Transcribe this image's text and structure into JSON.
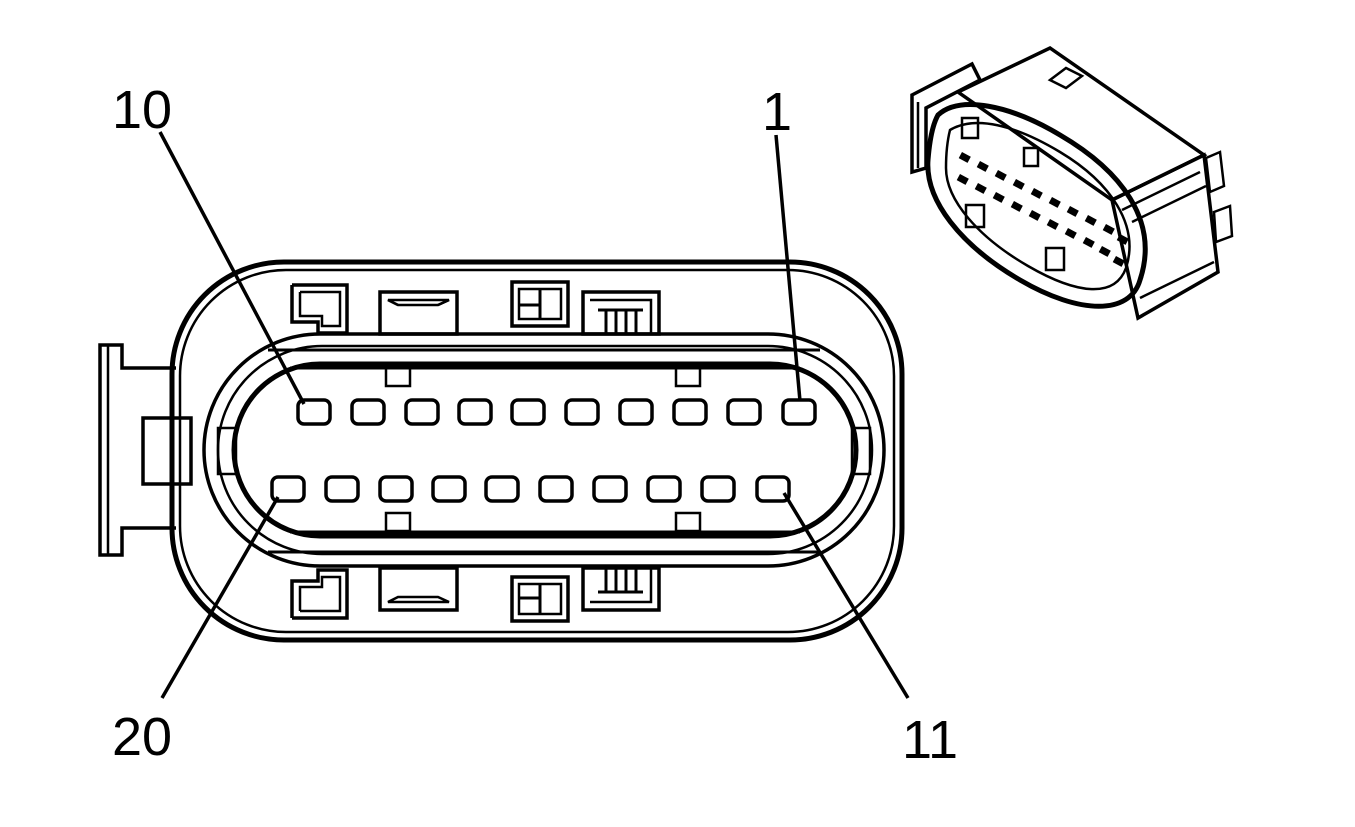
{
  "labels": {
    "pin_1": "1",
    "pin_10": "10",
    "pin_11": "11",
    "pin_20": "20"
  },
  "connector": {
    "rows": 2,
    "pins_per_row": 10,
    "pin_count": 20
  },
  "colors": {
    "line": "#000000",
    "background": "#ffffff"
  }
}
